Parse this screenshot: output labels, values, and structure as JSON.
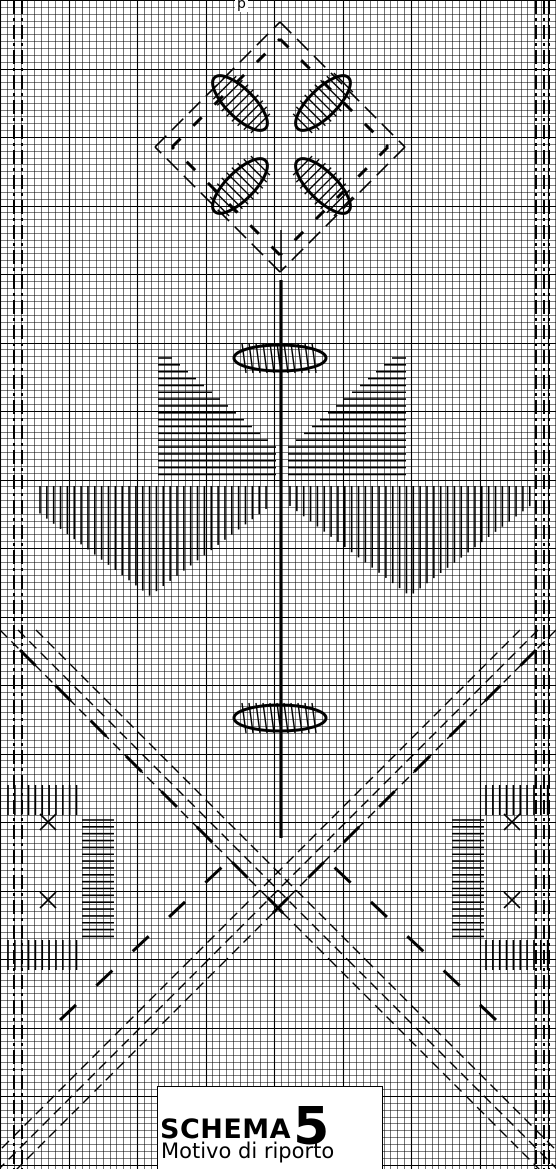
{
  "chart": {
    "title_word": "SCHEMA",
    "title_number": "5",
    "subtitle": "Motivo di riporto",
    "top_fragment": "p"
  },
  "elements": [
    "square-grid",
    "dash-dot-borders",
    "flower-diamond-head",
    "four-leaf-petals",
    "central-stem",
    "stem-bands",
    "horizontal-leaves",
    "vertical-leaf-fringe",
    "diagonal-x-lattice",
    "side-x-crosses",
    "side-bar-blocks"
  ]
}
